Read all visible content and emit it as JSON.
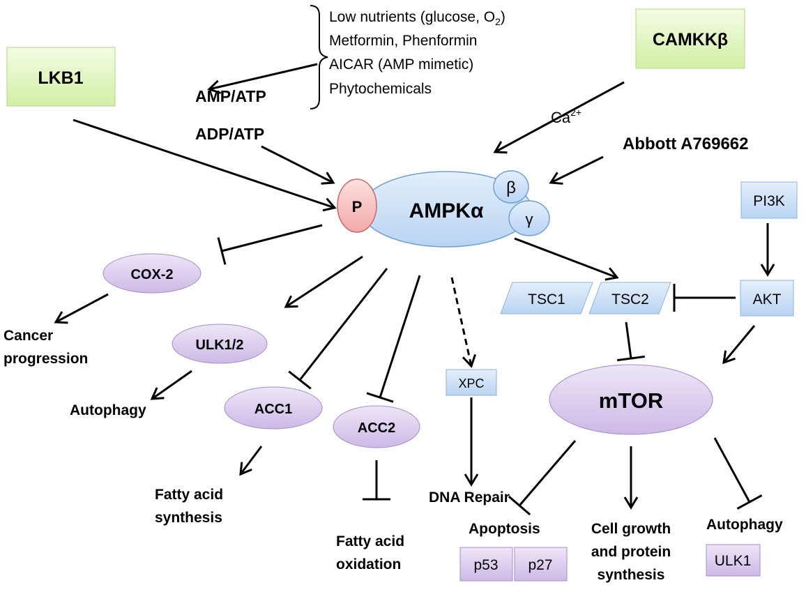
{
  "nodes": {
    "lkb1": "LKB1",
    "camkkb": "CAMKKβ",
    "stimuli": [
      "Low nutrients (glucose, O",
      "2",
      ")",
      "Metformin, Phenformin",
      "AICAR (AMP mimetic)",
      "Phytochemicals"
    ],
    "amp_atp": "AMP/ATP",
    "adp_atp": "ADP/ATP",
    "ca": "Ca",
    "ca_sup": "2+",
    "abbott": "Abbott A769662",
    "p": "P",
    "ampk": "AMPKα",
    "beta": "β",
    "gamma": "γ",
    "pi3k": "PI3K",
    "akt": "AKT",
    "tsc1": "TSC1",
    "tsc2": "TSC2",
    "cox2": "COX-2",
    "ulk12": "ULK1/2",
    "acc1": "ACC1",
    "acc2": "ACC2",
    "xpc": "XPC",
    "mtor": "mTOR",
    "cancer": [
      "Cancer",
      "progression"
    ],
    "autophagy1": "Autophagy",
    "fas": [
      "Fatty acid",
      "synthesis"
    ],
    "fao": [
      "Fatty acid",
      "oxidation"
    ],
    "dna": "DNA Repair",
    "apoptosis": "Apoptosis",
    "p53": "p53",
    "p27": "p27",
    "growth": [
      "Cell growth",
      "and protein",
      "synthesis"
    ],
    "autophagy2": "Autophagy",
    "ulk1": "ULK1"
  },
  "edges": [
    {
      "from": "LKB1",
      "to": "AMPKα",
      "type": "activate"
    },
    {
      "from": "Low nutrients",
      "to": "AMP/ATP",
      "type": "activate"
    },
    {
      "from": "ADP/ATP",
      "to": "AMPKα",
      "type": "activate"
    },
    {
      "from": "CAMKKβ",
      "to": "AMPKα",
      "type": "activate"
    },
    {
      "from": "Abbott A769662",
      "to": "AMPKα",
      "type": "activate"
    },
    {
      "from": "AMPKα",
      "to": "COX-2",
      "type": "inhibit"
    },
    {
      "from": "COX-2",
      "to": "Cancer progression",
      "type": "activate"
    },
    {
      "from": "AMPKα",
      "to": "ULK1/2",
      "type": "activate"
    },
    {
      "from": "ULK1/2",
      "to": "Autophagy",
      "type": "activate"
    },
    {
      "from": "AMPKα",
      "to": "ACC1",
      "type": "inhibit"
    },
    {
      "from": "AMPKα",
      "to": "ACC2",
      "type": "inhibit"
    },
    {
      "from": "AMPKα",
      "to": "XPC",
      "type": "activate-dashed"
    },
    {
      "from": "XPC",
      "to": "DNA Repair",
      "type": "activate"
    },
    {
      "from": "AMPKα",
      "to": "TSC2",
      "type": "activate"
    },
    {
      "from": "PI3K",
      "to": "AKT",
      "type": "activate"
    },
    {
      "from": "AKT",
      "to": "TSC2",
      "type": "inhibit"
    },
    {
      "from": "TSC2",
      "to": "mTOR",
      "type": "inhibit"
    },
    {
      "from": "AKT",
      "to": "mTOR",
      "type": "activate"
    },
    {
      "from": "ACC1",
      "to": "Fatty acid synthesis",
      "type": "activate"
    },
    {
      "from": "ACC2",
      "to": "Fatty acid oxidation",
      "type": "inhibit"
    },
    {
      "from": "mTOR",
      "to": "Apoptosis",
      "type": "inhibit"
    },
    {
      "from": "mTOR",
      "to": "Cell growth and protein synthesis",
      "type": "activate"
    },
    {
      "from": "mTOR",
      "to": "Autophagy",
      "type": "inhibit"
    }
  ],
  "colors": {
    "green": "#d9f2b4",
    "blue": "#c6dcf5",
    "purple": "#ddd0ee",
    "red": "#f7b6b6",
    "edge": "#000000"
  }
}
